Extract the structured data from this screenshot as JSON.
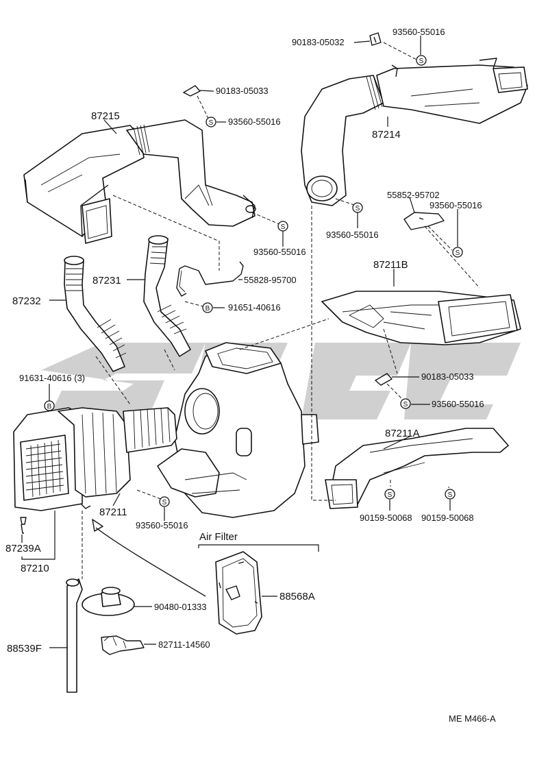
{
  "section_title": "Air Filter",
  "ref_code": "ME M466-A",
  "symbols": {
    "s": "S",
    "b": "B"
  },
  "labels": {
    "p_90183_05032": "90183-05032",
    "p_93560_55016_a": "93560-55016",
    "p_90183_05033_a": "90183-05033",
    "p_87215": "87215",
    "p_93560_55016_b": "93560-55016",
    "p_87214": "87214",
    "p_93560_55016_c": "93560-55016",
    "p_55852_95702": "55852-95702",
    "p_93560_55016_d": "93560-55016",
    "p_93560_55016_e": "93560-55016",
    "p_87211B": "87211B",
    "p_87231": "87231",
    "p_55828_95700": "55828-95700",
    "p_87232": "87232",
    "p_91651_40616": "91651-40616",
    "p_91631_40616": "91631-40616 (3)",
    "p_90183_05033_b": "90183-05033",
    "p_93560_55016_f": "93560-55016",
    "p_87211A": "87211A",
    "p_87211": "87211",
    "p_93560_55016_g": "93560-55016",
    "p_90159_50068_a": "90159-50068",
    "p_90159_50068_b": "90159-50068",
    "p_87239A": "87239A",
    "p_87210": "87210",
    "p_88568A": "88568A",
    "p_90480_01333": "90480-01333",
    "p_88539F": "88539F",
    "p_82711_14560": "82711-14560"
  }
}
